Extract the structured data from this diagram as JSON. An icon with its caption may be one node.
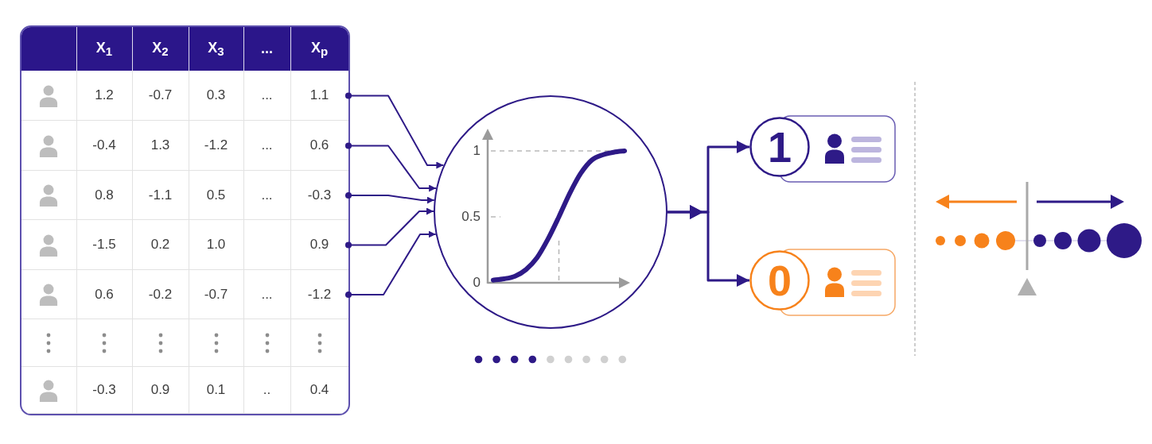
{
  "diagram": {
    "nodes": [
      {
        "text": [
          "X$_{1}$",
          "X$_{2}$",
          "X$_{3}$",
          "...",
          "X$_{p}$"
        ]
      },
      {
        "text": [
          "1.2",
          "-0.7",
          "0.3",
          "...",
          "1.1"
        ],
        "in": 0
      },
      {
        "text": [
          "-0.4",
          "1.3",
          "-1.2",
          "...",
          "0.6"
        ],
        "in": 0
      },
      {
        "text": [
          "0.8",
          "-1.1",
          "0.5",
          "...",
          "-0.3"
        ],
        "in": 0
      },
      {
        "text": [
          "-1.5",
          "0.2",
          "1.0",
          "0.9"
        ],
        "in": 0
      },
      {
        "text": [
          "0.6",
          "-0.2",
          "-0.7",
          "...",
          "-1.2"
        ],
        "in": 0
      },
      {
        "text": [
          "-0.3",
          "0.9",
          "0.1",
          "..",
          "0.4"
        ],
        "in": 0
      },
      {
        "text": [],
        "shape": "circle"
      },
      {
        "text": [
          "1"
        ]
      },
      {
        "text": [
          "0"
        ]
      }
    ],
    "edges": [
      {
        "from": 1,
        "to": 7,
        "arrow": "to"
      },
      {
        "from": 2,
        "to": 7,
        "arrow": "to"
      },
      {
        "from": 3,
        "to": 7,
        "arrow": "to"
      },
      {
        "from": 4,
        "to": 7,
        "arrow": "to"
      },
      {
        "from": 5,
        "to": 7,
        "arrow": "to"
      },
      {
        "from": 7,
        "to": 8,
        "arrow": "to"
      },
      {
        "from": 7,
        "to": 9,
        "arrow": "to"
      }
    ],
    "chart_data": {
      "type": "line",
      "ylim": [
        0,
        1
      ],
      "yticks": [
        0,
        0.5,
        1
      ],
      "series": [
        {
          "color": "#2e1a87",
          "values": [
            0.02,
            0.03,
            0.05,
            0.1,
            0.19,
            0.33,
            0.5,
            0.68,
            0.83,
            0.93,
            0.97,
            0.99,
            1.0
          ]
        }
      ]
    }
  }
}
